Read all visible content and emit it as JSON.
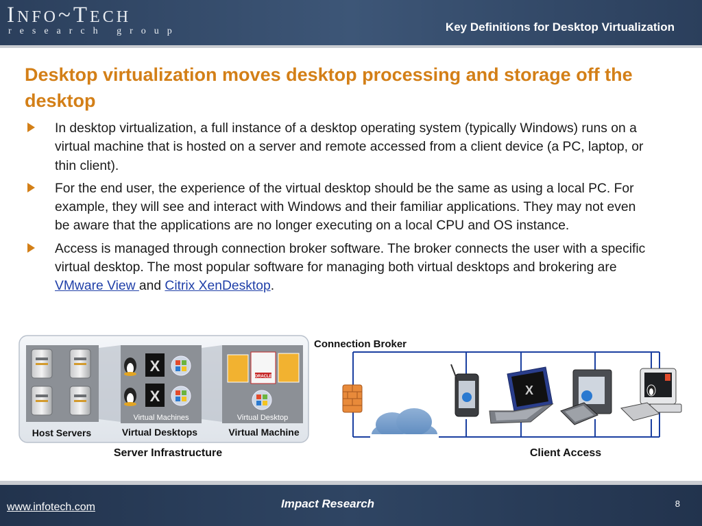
{
  "header": {
    "logo_main_first": "I",
    "logo_main_second": "NFO",
    "logo_tilde": "~",
    "logo_main_third": "T",
    "logo_main_fourth": "ECH",
    "logo_sub": "research group",
    "section_title": "Key Definitions for Desktop Virtualization"
  },
  "headline": "Desktop virtualization moves desktop processing and storage off the desktop",
  "bullets": [
    {
      "text": "In desktop virtualization, a full instance of a desktop operating system (typically Windows) runs on a virtual machine that is hosted on a server and remote accessed from a client device (a PC, laptop, or thin client)."
    },
    {
      "text": "For the end user, the experience of the virtual desktop should be the same as using a local PC. For example, they will see and interact with Windows and their familiar applications. They may not even be aware that the applications are no longer executing on a local CPU and OS instance."
    },
    {
      "text_before": "Access is managed through connection broker software. The broker connects the user with a specific virtual desktop. The most popular software for managing both virtual desktops and brokering are ",
      "link1": "VMware View ",
      "text_middle": "and ",
      "link2": "Citrix XenDesktop",
      "text_after": "."
    }
  ],
  "diagram": {
    "host_servers": "Host Servers",
    "virtual_desktops": "Virtual Desktops",
    "virtual_machine": "Virtual Machine",
    "virtual_machines_caption": "Virtual Machines",
    "virtual_desktop_caption": "Virtual Desktop",
    "oracle_label": "ORACLE",
    "connection_broker": "Connection Broker",
    "server_infrastructure": "Server Infrastructure",
    "client_access": "Client Access"
  },
  "footer": {
    "url": "www.infotech.com",
    "center": "Impact Research",
    "page": "8"
  },
  "colors": {
    "accent_orange": "#d37f17",
    "header_navy": "#2b3f5c",
    "link_blue": "#1f3fa8",
    "network_blue": "#1a3fa0"
  }
}
